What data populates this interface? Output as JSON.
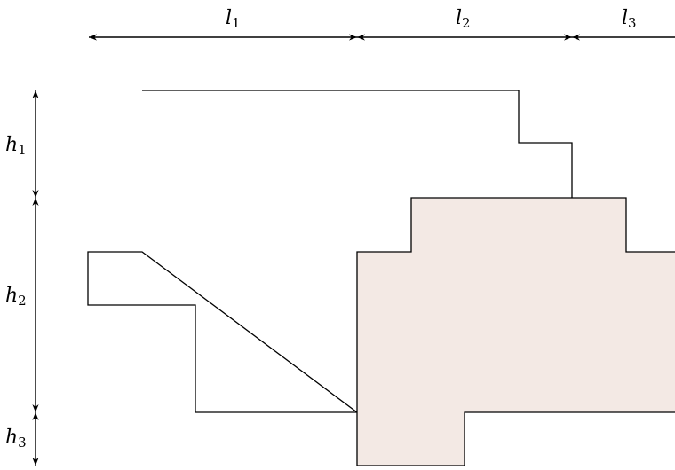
{
  "diagram": {
    "colors": {
      "outline": "#000000",
      "shaded_fill": "#f3e9e4",
      "background": "#ffffff"
    },
    "widths": [
      {
        "letter": "l",
        "sub": "1"
      },
      {
        "letter": "l",
        "sub": "2"
      },
      {
        "letter": "l",
        "sub": "3"
      }
    ],
    "heights": [
      {
        "letter": "h",
        "sub": "1"
      },
      {
        "letter": "h",
        "sub": "2"
      },
      {
        "letter": "h",
        "sub": "3"
      }
    ]
  }
}
